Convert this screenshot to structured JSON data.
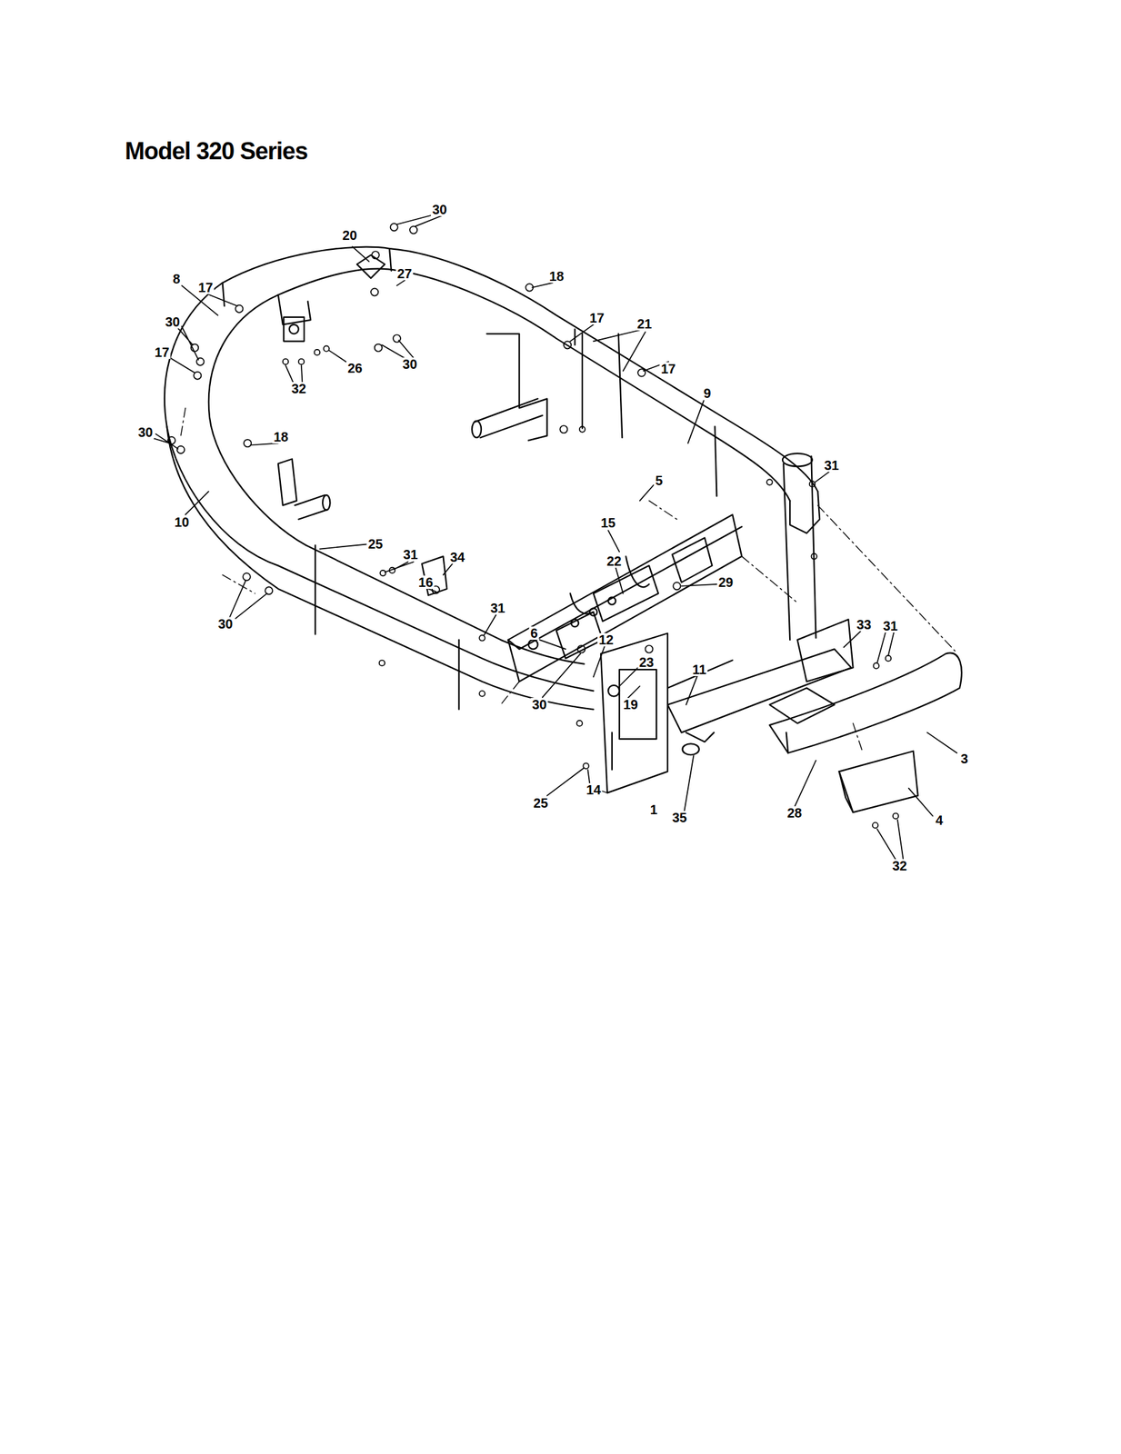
{
  "diagram": {
    "title": "Model 320 Series",
    "labels": [
      "30",
      "20",
      "27",
      "18",
      "8",
      "17",
      "17",
      "30",
      "21",
      "17",
      "30",
      "26",
      "17",
      "32",
      "9",
      "30",
      "18",
      "31",
      "5",
      "10",
      "15",
      "25",
      "31",
      "34",
      "22",
      "16",
      "29",
      "31",
      "30",
      "33",
      "31",
      "6",
      "12",
      "23",
      "11",
      "30",
      "19",
      "3",
      "14",
      "25",
      "1",
      "28",
      "35",
      "4",
      "32"
    ]
  }
}
